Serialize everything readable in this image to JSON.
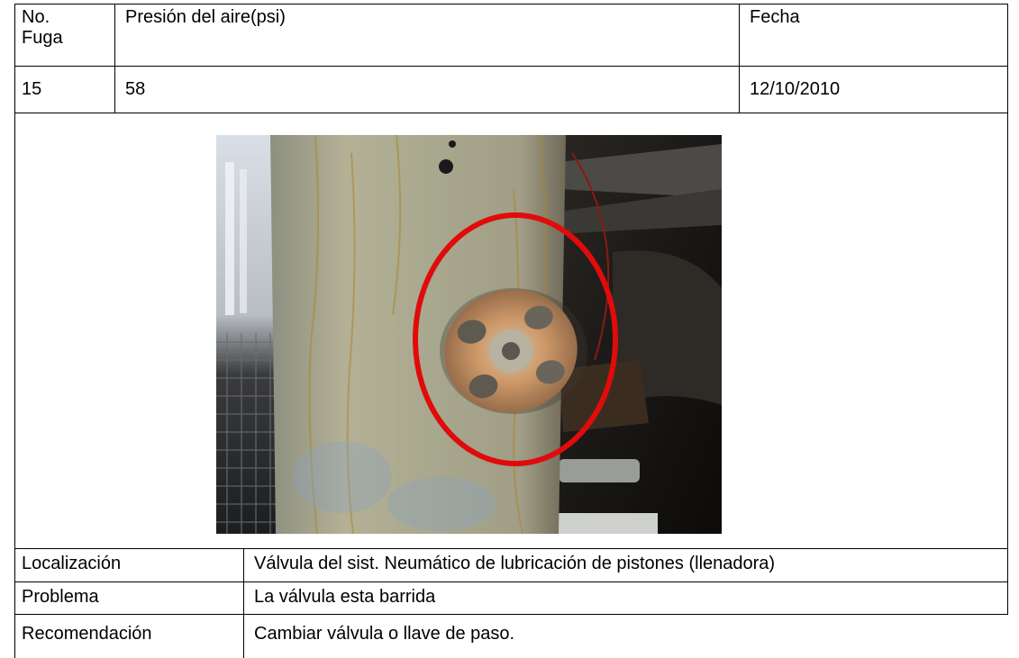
{
  "header": {
    "no_label_line1": "No.",
    "no_label_line2": "Fuga",
    "pressure_label": "Presión del aire(psi)",
    "date_label": "Fecha"
  },
  "record": {
    "leak_number": "15",
    "pressure": "58",
    "date": "12/10/2010"
  },
  "photo": {
    "subject": "valve-handwheel",
    "highlight_color": "#e10b0b"
  },
  "details": [
    {
      "label": "Localización",
      "value": "Válvula del sist. Neumático de lubricación de pistones (llenadora)"
    },
    {
      "label": "Problema",
      "value": "La válvula esta barrida"
    },
    {
      "label": "Recomendación",
      "value": "Cambiar válvula o llave de paso."
    }
  ]
}
